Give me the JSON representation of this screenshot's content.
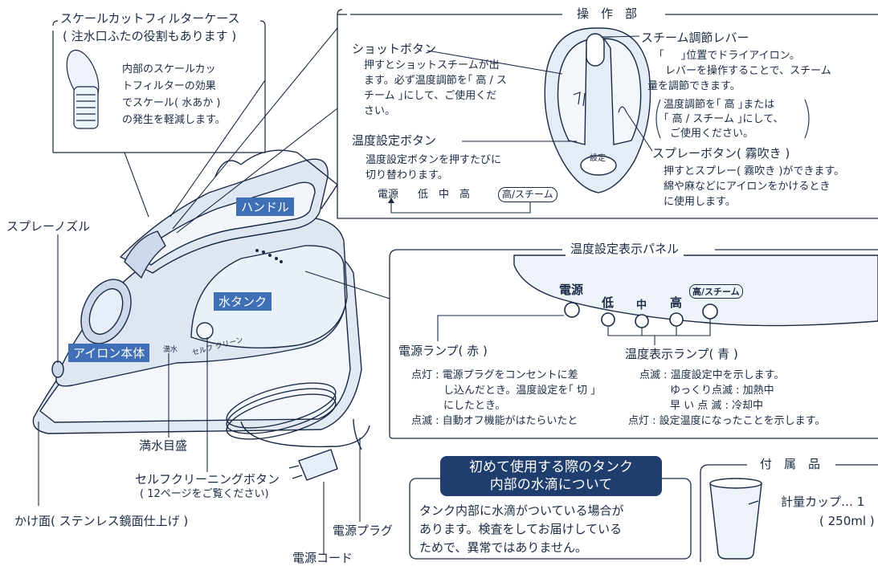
{
  "filter_case": {
    "title": "スケールカットフィルターケース",
    "subtitle": "( 注水口ふたの役割もあります )",
    "desc_lines": [
      "内部のスケールカッ",
      "トフィルターの効果",
      "でスケール( 水あか )",
      "の発生を軽減します。"
    ]
  },
  "iron_labels": {
    "spray_nozzle": "スプレーノズル",
    "handle": "ハンドル",
    "water_tank": "水タンク",
    "iron_body": "アイロン本体",
    "water_mark": "満水目盛",
    "self_clean": "セルフクリーニングボタン",
    "self_clean_note": "( 12ページをご覧ください)",
    "soleplate": "かけ面( ステンレス鏡面仕上げ )",
    "power_plug": "電源プラグ",
    "power_cord": "電源コード",
    "mini_full": "満水",
    "mini_self": "セルフ クリーン"
  },
  "operation": {
    "header": "操　作　部",
    "shot_title": "ショットボタン",
    "shot_lines": [
      "押すとショットスチームが出",
      "ます。必ず温度調節を｢ 高 / ス",
      "チーム ｣にして、ご使用くだ",
      "さい。"
    ],
    "temp_btn_title": "温度設定ボタン",
    "temp_btn_lines": [
      "温度設定ボタンを押すたびに",
      "切り替わります。"
    ],
    "cycle": [
      "電源",
      "低",
      "中",
      "高",
      "高/スチーム"
    ],
    "steam_lever_title": "スチーム調節レバー",
    "steam_lever_lines": [
      "｢ 　 ｣位置でドライアイロン。",
      "レバーを操作することで、スチーム",
      "量を調節できます。"
    ],
    "note_lines": [
      "温度調節を｢ 高 ｣または",
      "｢ 高 / スチーム ｣にして、",
      "ご使用ください。"
    ],
    "spray_title": "スプレーボタン( 霧吹き )",
    "spray_lines": [
      "押すとスプレー( 霧吹き )ができます。",
      "綿や麻などにアイロンをかけるとき",
      "に使用します。"
    ],
    "panel_set_label": "設定"
  },
  "panel": {
    "header": "温度設定表示パネル",
    "lamps": [
      "電源",
      "低",
      "中",
      "高",
      "高/スチーム"
    ],
    "power_lamp_title": "電源ランプ( 赤 )",
    "power_lamp_lines": [
      "点灯 : 電源プラグをコンセントに差",
      "し込んだとき。温度設定を｢ 切 ｣",
      "にしたとき。",
      "点滅 : 自動オフ機能がはたらいたと"
    ],
    "temp_lamp_title": "温度表示ランプ( 青 )",
    "temp_lamp_lines": [
      "点滅 : 温度設定中を示します。",
      "ゆっくり点滅 : 加熱中",
      "早 い 点 滅 : 冷却中",
      "点灯 : 設定温度になったことを示します。"
    ]
  },
  "notice": {
    "title_lines": [
      "初めて使用する際のタンク",
      "内部の水滴について"
    ],
    "body_lines": [
      "タンク内部に水滴がついている場合が",
      "あります。検査をしてお届けしている",
      "ためで、異常ではありません。"
    ]
  },
  "accessories": {
    "header": "付　属　品",
    "item": "計量カップ… 1",
    "item_note": "( 250ml )"
  },
  "colors": {
    "ink": "#1a2a44",
    "tag_blue": "#3f6fb4",
    "notice_title_bg": "#1f3e6e",
    "iron_fill": "#dfe6f1"
  }
}
